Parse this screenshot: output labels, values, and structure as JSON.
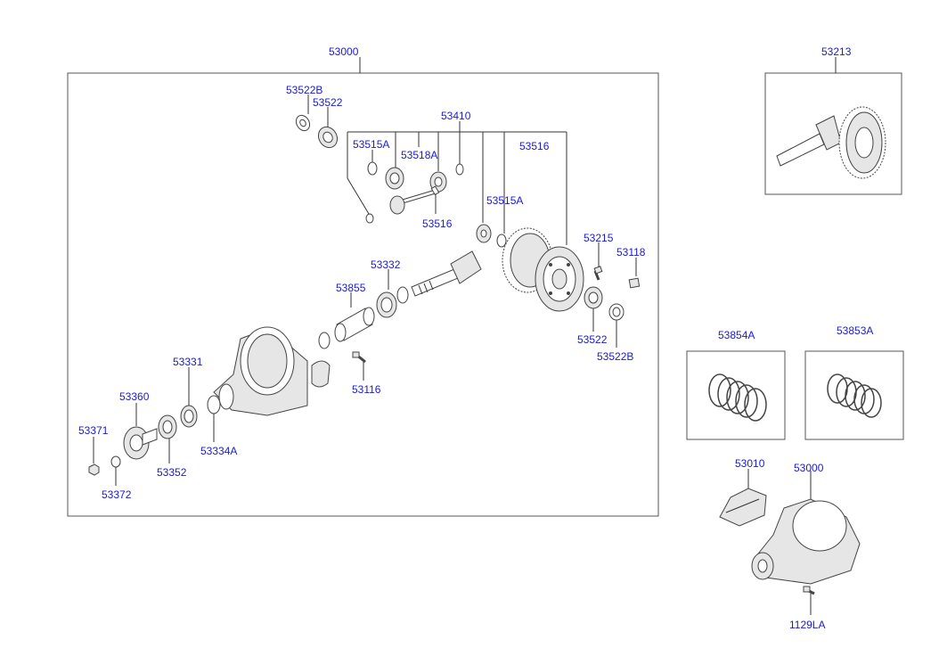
{
  "colors": {
    "label": "#1a1ad6",
    "line": "#333333",
    "box": "#555555"
  },
  "main_assembly": {
    "part_number": "53000",
    "labels": {
      "p53522B_top": "53522B",
      "p53522_top": "53522",
      "p53410": "53410",
      "p53515A_top": "53515A",
      "p53518A": "53518A",
      "p53516_top": "53516",
      "p53516_mid": "53516",
      "p53515A_right": "53515A",
      "p53215": "53215",
      "p53118": "53118",
      "p53332": "53332",
      "p53855": "53855",
      "p53522_bottom": "53522",
      "p53522B_bottom": "53522B",
      "p53116": "53116",
      "p53331": "53331",
      "p53360": "53360",
      "p53371": "53371",
      "p53334A": "53334A",
      "p53352": "53352",
      "p53372": "53372"
    }
  },
  "ring_pinion_set": {
    "part_number": "53213"
  },
  "spring_left": {
    "part_number": "53854A"
  },
  "spring_right": {
    "part_number": "53853A"
  },
  "carrier_assembly": {
    "bracket": "53010",
    "carrier": "53000",
    "bolt": "1129LA"
  }
}
